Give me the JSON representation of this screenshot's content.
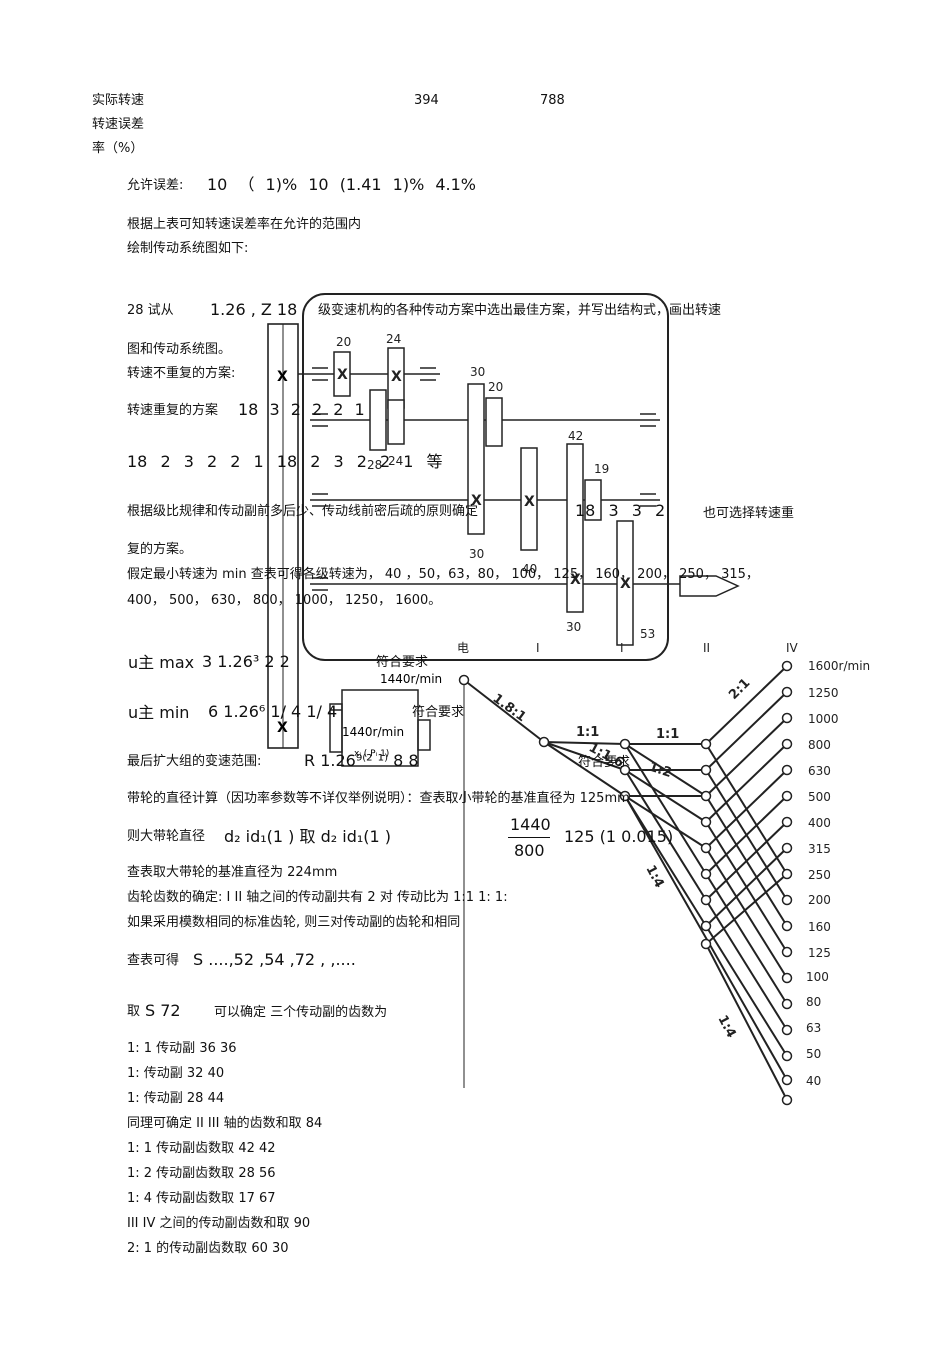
{
  "table": {
    "row1_label": "实际转速",
    "row1_v1": "394",
    "row1_v2": "788",
    "row2_label_a": "转速误差",
    "row2_label_b": "率（%）"
  },
  "allow_error": {
    "label": "允许误差:",
    "expr": "10 （ 1)% 10 (1.41 1)% 4.1%"
  },
  "lines": {
    "conclusion": "根据上表可知转速误差率在允许的范围内",
    "draw": "绘制传动系统图如下:",
    "q28_a": "28 试从",
    "q28_b": "1.26 ,  Z  18",
    "q28_c": "级变速机构的各种传动方案中选出最佳方案，并写出结构式，画出转速",
    "q28_d": "图和传动系统图。",
    "norepeat": "转速不重复的方案:",
    "repeat_label": "转速重复的方案",
    "repeat_expr": "18  3  2  2  2  1",
    "eq_row": "18  2  3  2  2  1  18  2  3  2  2  1  等",
    "principle": "根据级比规律和传动副前多后少、传动线前密后疏的原则确定",
    "principle_expr": "18  3  3  2",
    "principle_tail": "也可选择转速重",
    "principle_2": "复的方案。",
    "assume": "假定最小转速为     min  查表可得各级转速为，       40 ，50，63，80， 100， 125， 160， 200， 250， 315，",
    "assume_2": "400， 500， 630， 800， 1000， 1250， 1600。",
    "umax_label": "u主 max",
    "umax_expr": "3   1.26³   2     2",
    "umax_ok": "符合要求",
    "umin_label": "u主 min",
    "umin_expr": "6   1.26⁶    1/ 4      1/ 4",
    "umin_ok": "符合要求",
    "range_label": "最后扩大组的变速范围:",
    "range_expr": "R      1.26⁹⁽²  ¹⁾    8      8",
    "range_ok": "符合要求",
    "belt": "带轮的直径计算（因功率参数等不详仅举例说明）：查表取小带轮的基准直径为         125mm",
    "big_belt_label": "则大带轮直径",
    "big_belt_expr": "d₂   id₁(1    )     取  d₂   id₁(1    )",
    "frac_num": "1440",
    "frac_den": "800",
    "big_belt_tail": "125  (1   0.015)",
    "big_std": "查表取大带轮的基准直径为       224mm",
    "gear_det": "齿轮齿数的确定:    I II      轴之间的传动副共有      2 对  传动比为   1:1  1:  1:",
    "gear_same": "如果采用模数相同的标准齿轮,            则三对传动副的齿轮和相同",
    "sz_label": "查表可得",
    "sz_expr": "S  ....,52    ,54    ,72          ,  ,....",
    "take_label": "取",
    "take_expr": "S   72",
    "take_tail": "可以确定   三个传动副的齿数为",
    "p1": "1:  1 传动副   36  36",
    "p2": "1:  传动副    32  40",
    "p3": "1:  传动副    28  44",
    "same2": "同理可确定    II III        轴的齿数和取    84",
    "q1": "1:  1 传动副齿数取    42   42",
    "q2": "1:  2 传动副齿数取    28 56",
    "q3": "1:  4 传动副齿数取    17  67",
    "r_hdr": "III IV       之间的传动副齿数和取       90",
    "r1": "2:  1 的传动副齿数取    60  30"
  },
  "drawing": {
    "motor_speed_a": "1440r/min",
    "motor_speed_b": "1440r/min",
    "motor_formula": "xᵢ ( Pᵢ  1)",
    "gear_labels": [
      "20",
      "24",
      "30",
      "20",
      "28",
      "24",
      "42",
      "19",
      "40",
      "30",
      "30",
      "53"
    ],
    "shaft_headers": [
      "电",
      "I",
      "I",
      "II",
      "IV"
    ],
    "ratio_labels": [
      "1.8:1",
      "1:1",
      "1:1",
      "1:2",
      "1:1.6",
      "2:1",
      "1:4",
      "1:4"
    ],
    "speeds": [
      "1600r/min",
      "1250",
      "1000",
      "800",
      "630",
      "500",
      "400",
      "315",
      "250",
      "200",
      "160",
      "125",
      "100",
      "80",
      "63",
      "50",
      "40"
    ]
  }
}
